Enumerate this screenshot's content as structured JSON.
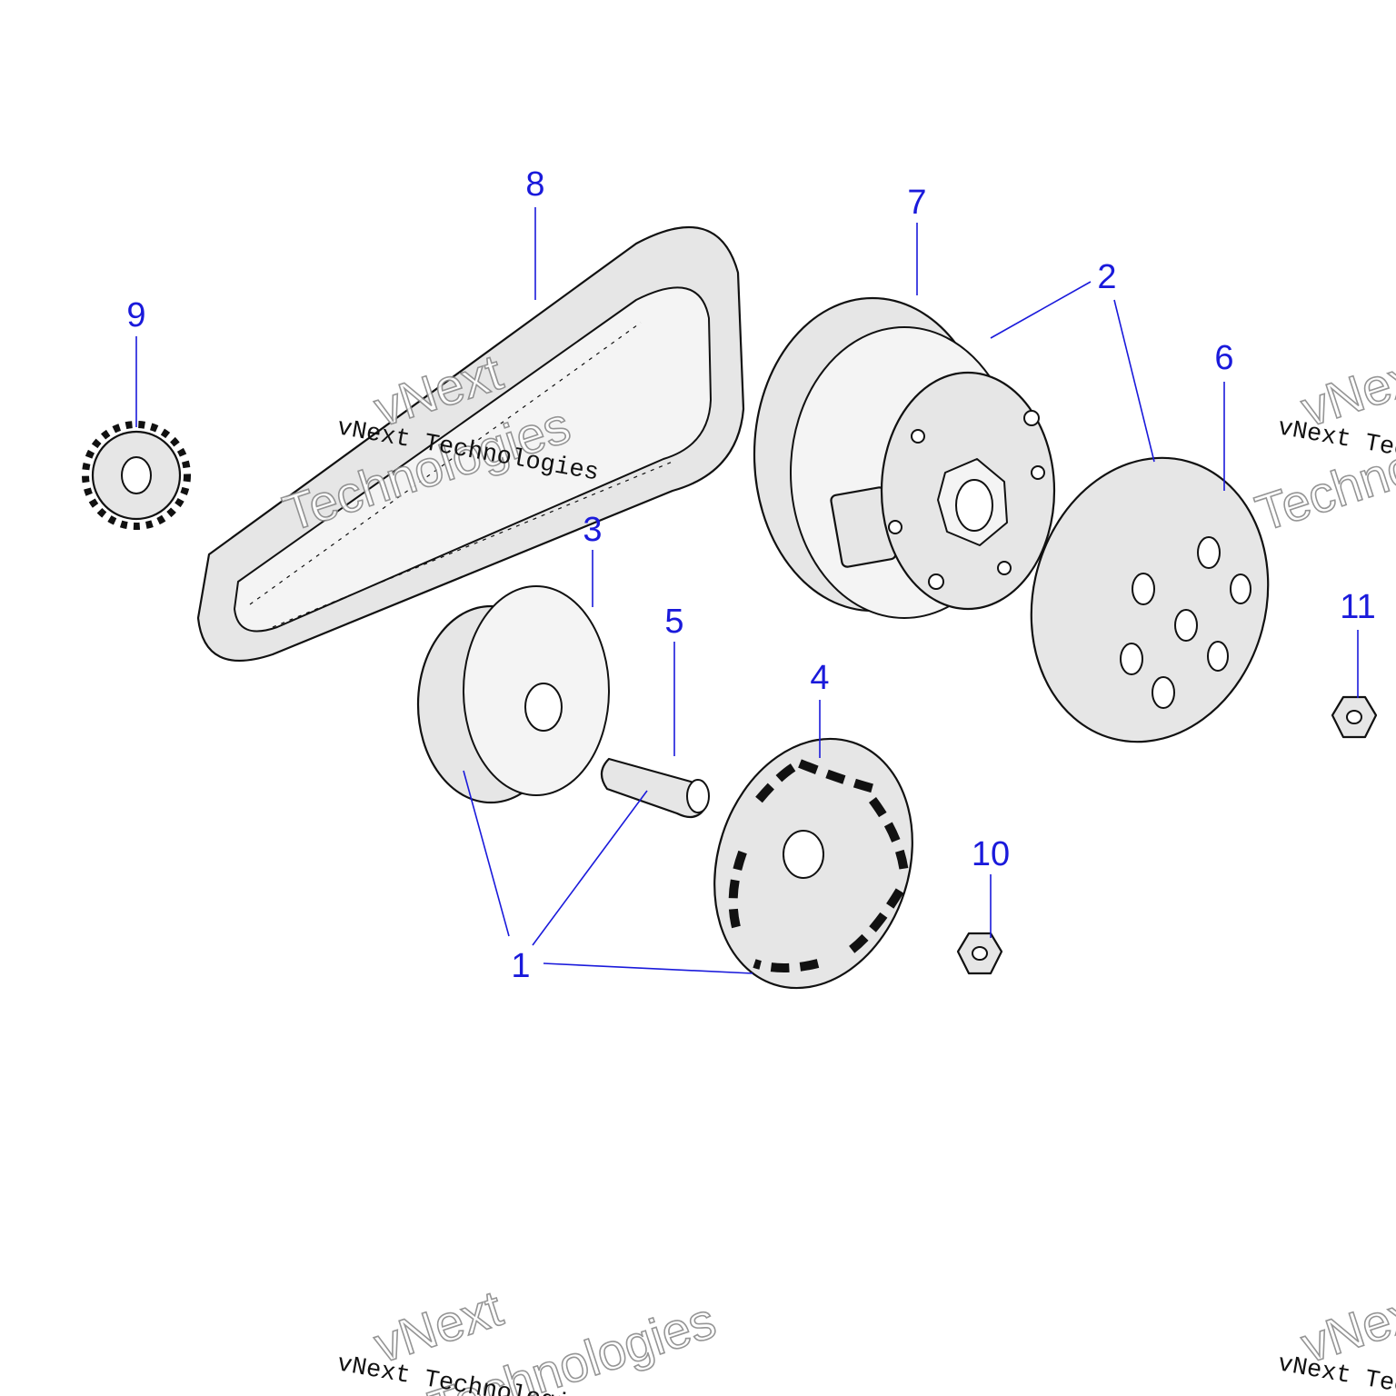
{
  "diagram": {
    "callouts": [
      "1",
      "2",
      "3",
      "4",
      "5",
      "6",
      "7",
      "8",
      "9",
      "10",
      "11"
    ],
    "parts": [
      {
        "ref": "1",
        "part": "drive-clutch-assembly"
      },
      {
        "ref": "2",
        "part": "driven-clutch-assembly"
      },
      {
        "ref": "3",
        "part": "movable-sheave"
      },
      {
        "ref": "4",
        "part": "fixed-sheave-fan"
      },
      {
        "ref": "5",
        "part": "bushing-sleeve"
      },
      {
        "ref": "6",
        "part": "clutch-bell"
      },
      {
        "ref": "7",
        "part": "driven-pulley"
      },
      {
        "ref": "8",
        "part": "drive-belt"
      },
      {
        "ref": "9",
        "part": "gear"
      },
      {
        "ref": "10",
        "part": "nut"
      },
      {
        "ref": "11",
        "part": "nut"
      }
    ]
  },
  "watermark": {
    "small_line": "vNext Technologies",
    "big_line_1": "vNext",
    "big_line_2": "Technologies"
  },
  "colors": {
    "callout": "#1a1adb",
    "line_art": "#111111",
    "part_fill": "#e6e6e6"
  }
}
